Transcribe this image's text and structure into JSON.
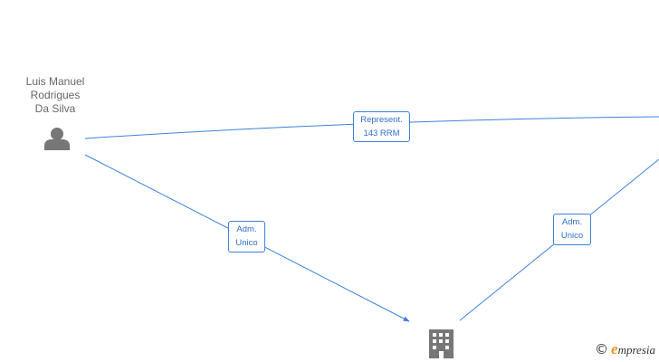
{
  "nodes": {
    "person": {
      "name_line1": "Luis Manuel",
      "name_line2": "Rodrigues",
      "name_line3": "Da Silva",
      "icon": "person-icon"
    },
    "company": {
      "icon": "building-icon"
    }
  },
  "edges": {
    "represent": {
      "line1": "Represent.",
      "line2": "143 RRM"
    },
    "adm_left": {
      "line1": "Adm.",
      "line2": "Unico"
    },
    "adm_right": {
      "line1": "Adm.",
      "line2": "Unico"
    }
  },
  "watermark": {
    "symbol": "©",
    "brand_initial": "e",
    "brand_rest": "mpresia"
  },
  "colors": {
    "edge": "#3b82d9",
    "icon": "#777777",
    "brand_accent": "#e8951c"
  }
}
